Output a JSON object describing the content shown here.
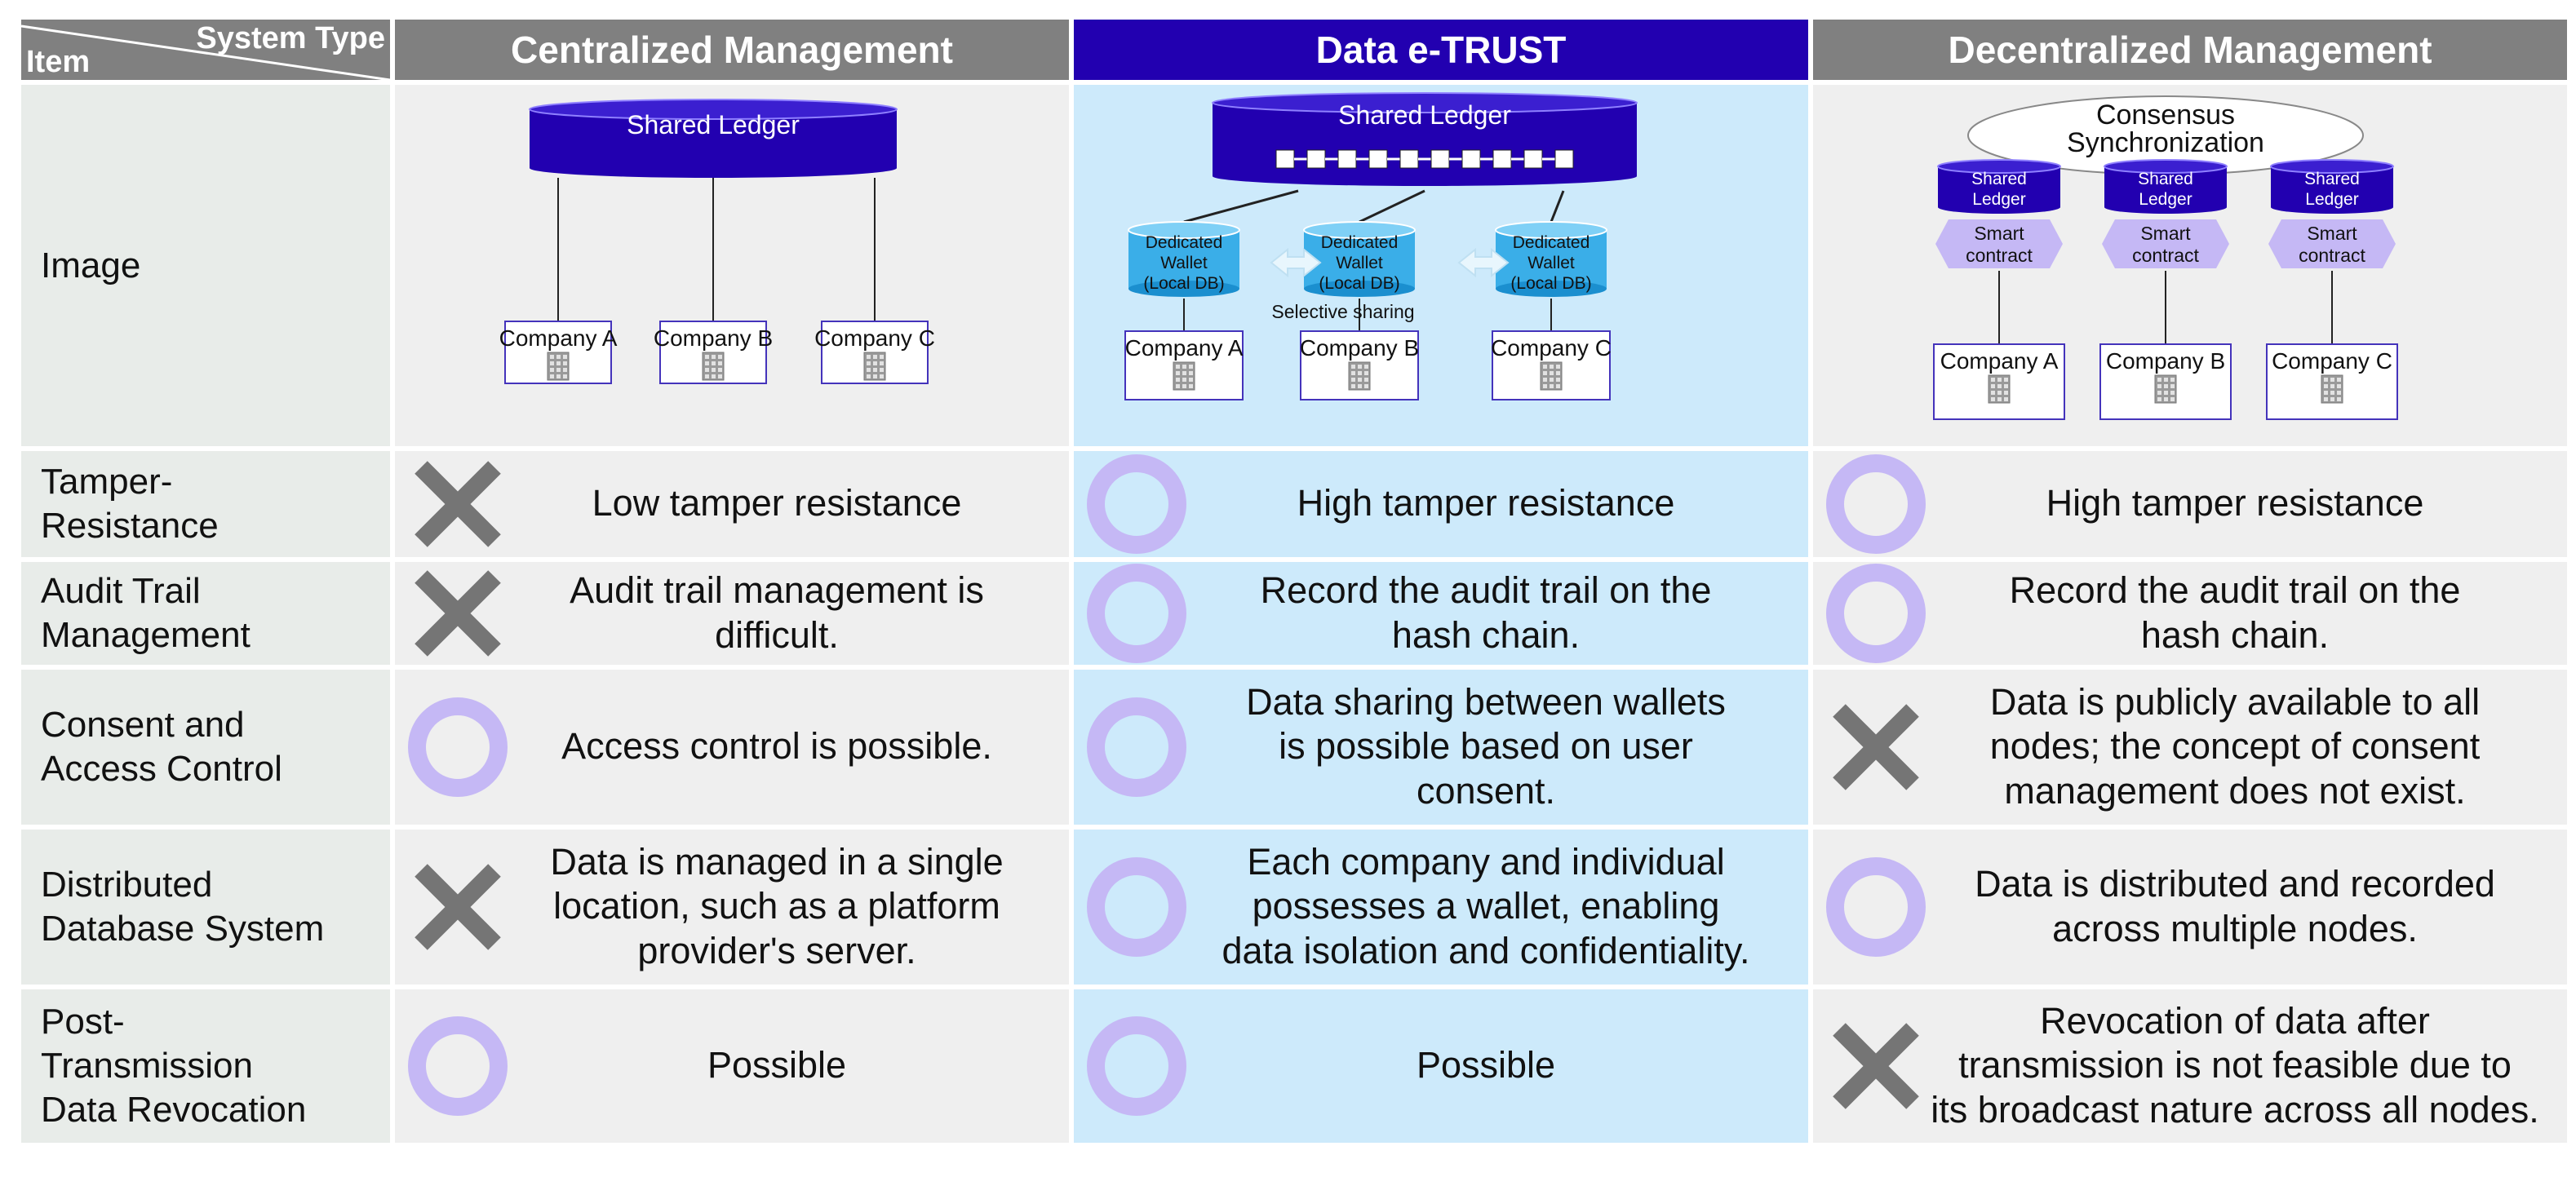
{
  "header": {
    "system_type": "System Type",
    "item": "Item",
    "columns": [
      "Centralized Management",
      "Data e-TRUST",
      "Decentralized Management"
    ]
  },
  "image_row": {
    "label": "Image",
    "centralized": {
      "ledger": "Shared Ledger",
      "companies": [
        "Company A",
        "Company B",
        "Company C"
      ]
    },
    "trust": {
      "ledger": "Shared Ledger",
      "wallet_lines": [
        "Dedicated",
        "Wallet",
        "(Local DB)"
      ],
      "selective_sharing": "Selective sharing",
      "companies": [
        "Company A",
        "Company B",
        "Company C"
      ]
    },
    "decentralized": {
      "consensus_lines": [
        "Consensus",
        "Synchronization"
      ],
      "ledger_lines": [
        "Shared",
        "Ledger"
      ],
      "contract_lines": [
        "Smart",
        "contract"
      ],
      "companies": [
        "Company A",
        "Company B",
        "Company C"
      ]
    }
  },
  "rows": [
    {
      "label": [
        "Tamper-",
        "Resistance"
      ],
      "cells": [
        {
          "mark": "cross",
          "text": [
            "Low tamper resistance"
          ]
        },
        {
          "mark": "circle",
          "text": [
            "High tamper resistance"
          ]
        },
        {
          "mark": "circle",
          "text": [
            "High tamper resistance"
          ]
        }
      ]
    },
    {
      "label": [
        "Audit Trail",
        "Management"
      ],
      "cells": [
        {
          "mark": "cross",
          "text": [
            "Audit trail management is",
            "difficult."
          ]
        },
        {
          "mark": "circle",
          "text": [
            "Record the audit trail on the",
            "hash chain."
          ]
        },
        {
          "mark": "circle",
          "text": [
            "Record the audit trail on the",
            "hash chain."
          ]
        }
      ]
    },
    {
      "label": [
        "Consent and",
        "Access Control"
      ],
      "cells": [
        {
          "mark": "circle",
          "text": [
            "Access control is possible."
          ]
        },
        {
          "mark": "circle",
          "text": [
            "Data sharing between wallets",
            "is possible based on user",
            "consent."
          ]
        },
        {
          "mark": "cross",
          "text": [
            "Data is publicly available to all",
            "nodes; the concept of consent",
            "management does not exist."
          ]
        }
      ]
    },
    {
      "label": [
        "Distributed",
        "Database System"
      ],
      "cells": [
        {
          "mark": "cross",
          "text": [
            "Data is managed in a single",
            "location, such as a platform",
            "provider's server."
          ]
        },
        {
          "mark": "circle",
          "text": [
            "Each company and individual",
            "possesses a wallet, enabling",
            "data isolation and confidentiality."
          ]
        },
        {
          "mark": "circle",
          "text": [
            "Data is distributed and recorded",
            "across multiple nodes."
          ]
        }
      ]
    },
    {
      "label": [
        "Post-",
        "Transmission",
        "Data Revocation"
      ],
      "cells": [
        {
          "mark": "circle",
          "text": [
            "Possible"
          ]
        },
        {
          "mark": "circle",
          "text": [
            "Possible"
          ]
        },
        {
          "mark": "cross",
          "text": [
            "Revocation of data after",
            "transmission is not feasible due to",
            "its broadcast nature across all nodes."
          ]
        }
      ]
    }
  ],
  "colors": {
    "header_gray": "#808080",
    "header_trust": "#2200b0",
    "trust_bg": "#cdeafb",
    "ledger": "#2200b0",
    "wallet": "#3aaee8",
    "circle_mark": "#c5b8f5",
    "cross_mark": "#757575"
  }
}
